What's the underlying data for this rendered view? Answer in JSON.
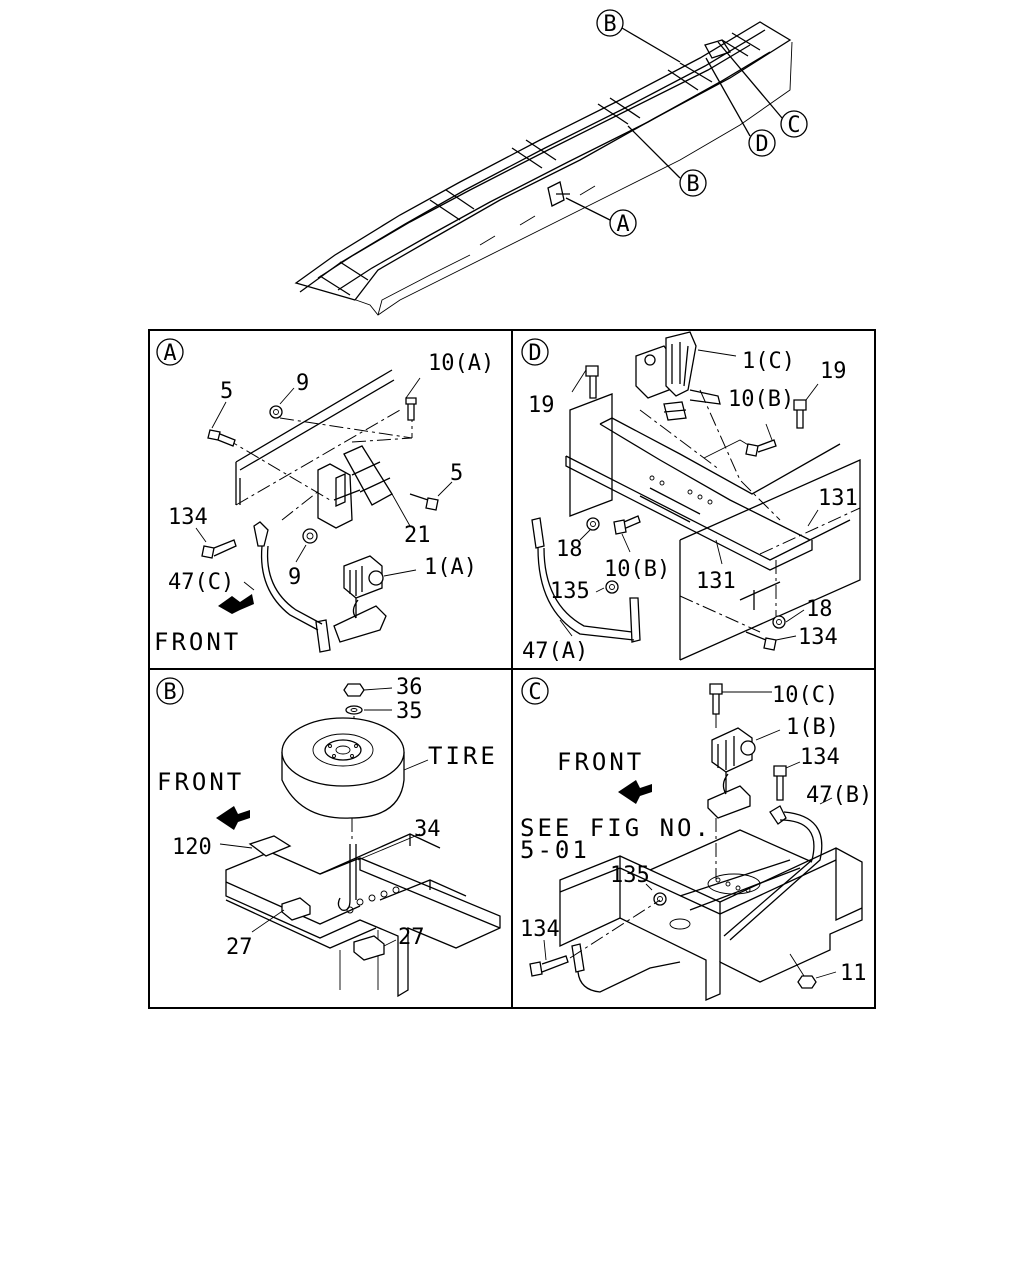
{
  "overview": {
    "callouts": [
      "B",
      "C",
      "D",
      "B",
      "A"
    ]
  },
  "panels": {
    "a": {
      "id": "A",
      "labels": [
        "10(A)",
        "9",
        "5",
        "5",
        "134",
        "21",
        "9",
        "47(C)",
        "1(A)"
      ],
      "front": "FRONT"
    },
    "d": {
      "id": "D",
      "labels": [
        "1(C)",
        "19",
        "19",
        "10(B)",
        "131",
        "18",
        "10(B)",
        "131",
        "135",
        "18",
        "134",
        "47(A)"
      ]
    },
    "b": {
      "id": "B",
      "labels": [
        "36",
        "35",
        "TIRE",
        "34",
        "120",
        "27",
        "27"
      ],
      "front": "FRONT"
    },
    "c": {
      "id": "C",
      "labels": [
        "10(C)",
        "1(B)",
        "134",
        "47(B)",
        "135",
        "134",
        "11"
      ],
      "front": "FRONT",
      "see_fig_1": "SEE FIG NO.",
      "see_fig_2": "5-01"
    }
  }
}
